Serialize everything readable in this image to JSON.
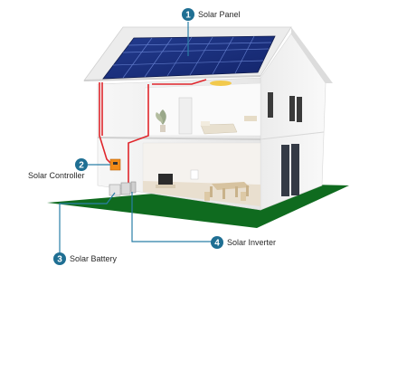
{
  "callouts": [
    {
      "number": "1",
      "label": "Solar Panel"
    },
    {
      "number": "2",
      "label": "Solar Controller"
    },
    {
      "number": "3",
      "label": "Solar Battery"
    },
    {
      "number": "4",
      "label": "Solar Inverter"
    }
  ],
  "colors": {
    "callout_fill": "#1f6f93",
    "leader_line": "#2a7fa6",
    "wiring": "#e0262c",
    "ground": "#0f6b1f",
    "panel": "#1a2f7a",
    "roof": "#e9e9e9",
    "wall": "#f4f4f4"
  }
}
